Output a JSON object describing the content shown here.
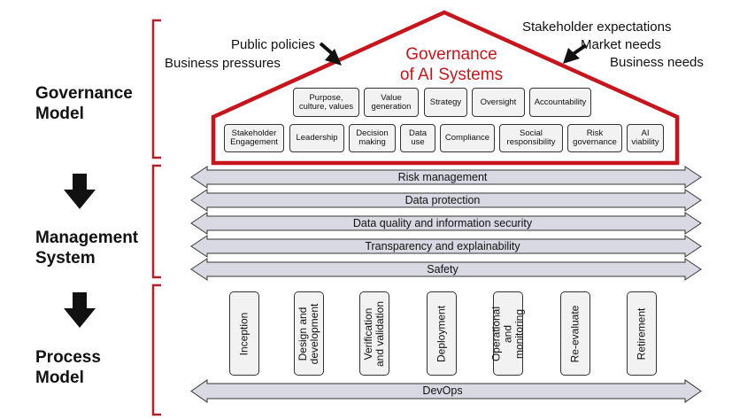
{
  "layers": {
    "governance": [
      "Governance",
      "Model"
    ],
    "management": [
      "Management",
      "System"
    ],
    "process": [
      "Process",
      "Model"
    ]
  },
  "external_inputs": {
    "left": [
      "Public policies",
      "Business pressures"
    ],
    "right": [
      "Stakeholder expectations",
      "Market needs",
      "Business needs"
    ]
  },
  "house": {
    "title": [
      "Governance",
      "of AI Systems"
    ],
    "upper_row": [
      "Purpose,\nculture, values",
      "Value\ngeneration",
      "Strategy",
      "Oversight",
      "Accountability"
    ],
    "lower_row": [
      "Stakeholder\nEngagement",
      "Leadership",
      "Decision\nmaking",
      "Data\nuse",
      "Compliance",
      "Social\nresponsibility",
      "Risk\ngovernance",
      "AI\nviability"
    ]
  },
  "management_bands": [
    "Risk management",
    "Data protection",
    "Data quality and information security",
    "Transparency and explainability",
    "Safety"
  ],
  "process_stages": [
    "Inception",
    "Design and\ndevelopment",
    "Verification\nand validation",
    "Deployment",
    "Operational\nand\nmonitoring",
    "Re-evaluate",
    "Retirement"
  ],
  "devops_label": "DevOps",
  "colors": {
    "accent_red": "#c4161c",
    "box_fill": "#f2f2f2",
    "band_fill": "#d9d9e3",
    "arrow_black": "#111111"
  }
}
